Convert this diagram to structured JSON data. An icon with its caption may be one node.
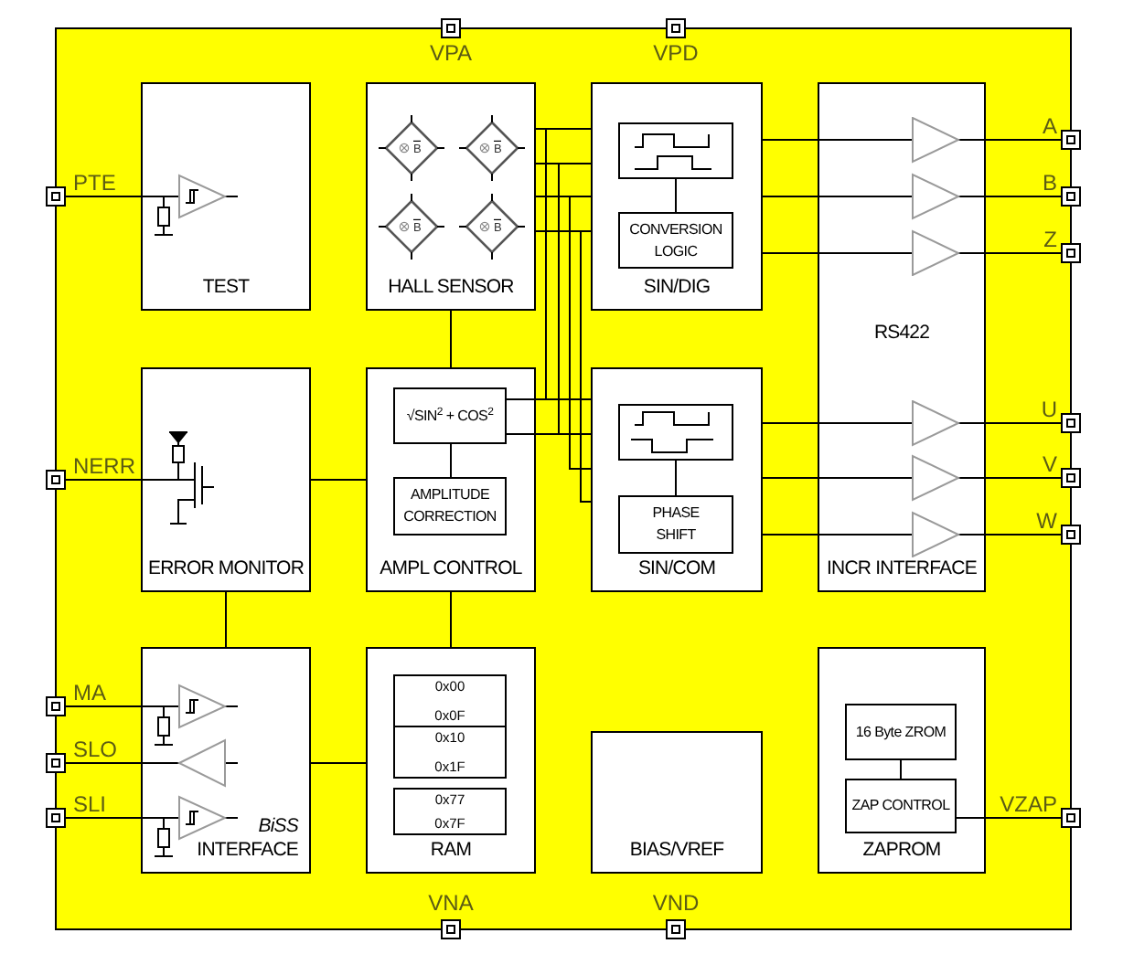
{
  "diagram": {
    "nodes": [
      {
        "text": [],
        "shape": "box"
      },
      {
        "text": [],
        "shape": "box",
        "beside": [
          "VPA"
        ]
      },
      {
        "text": [],
        "shape": "box",
        "beside": [
          "VPD"
        ]
      },
      {
        "text": [],
        "shape": "box",
        "beside": [
          "PTE"
        ]
      },
      {
        "text": [
          "TEST"
        ],
        "in": 0
      },
      {
        "text": [
          "HALL SENSOR"
        ],
        "in": 0
      },
      {
        "text": [
          "SIN/DIG"
        ],
        "in": 0
      },
      {
        "text": [],
        "shape": "picture",
        "in": 6
      },
      {
        "text": [
          "CONVERSION LOGIC"
        ],
        "in": 6
      },
      {
        "text": [
          "RS422",
          "INCR INTERFACE"
        ],
        "in": 0
      },
      {
        "text": [],
        "shape": "box",
        "beside": [
          "A"
        ]
      },
      {
        "text": [],
        "shape": "box",
        "beside": [
          "B"
        ]
      },
      {
        "text": [],
        "shape": "box",
        "beside": [
          "Z"
        ]
      },
      {
        "text": [],
        "shape": "box",
        "beside": [
          "NERR"
        ]
      },
      {
        "text": [
          "ERROR MONITOR"
        ],
        "in": 0
      },
      {
        "text": [
          "AMPL CONTROL"
        ],
        "in": 0
      },
      {
        "text": [
          "√SIN$^{2}$ + COS$^{2}$"
        ],
        "in": 15
      },
      {
        "text": [
          "AMPLITUDE CORRECTION"
        ],
        "in": 15
      },
      {
        "text": [
          "SIN/COM"
        ],
        "in": 0
      },
      {
        "text": [],
        "shape": "picture",
        "in": 18
      },
      {
        "text": [
          "PHASE SHIFT"
        ],
        "in": 18
      },
      {
        "text": [],
        "shape": "box",
        "beside": [
          "U"
        ]
      },
      {
        "text": [],
        "shape": "box",
        "beside": [
          "V"
        ]
      },
      {
        "text": [],
        "shape": "box",
        "beside": [
          "W"
        ]
      },
      {
        "text": [],
        "shape": "box",
        "beside": [
          "MA"
        ]
      },
      {
        "text": [],
        "shape": "box",
        "beside": [
          "SLO"
        ]
      },
      {
        "text": [],
        "shape": "box",
        "beside": [
          "SLI"
        ]
      },
      {
        "text": [
          "*BiSS*",
          "INTERFACE"
        ],
        "in": 0
      },
      {
        "text": [
          "RAM"
        ],
        "in": 0
      },
      {
        "text": [
          "0x00",
          "0x0F"
        ],
        "in": 28
      },
      {
        "text": [
          "0x10",
          "0x1F"
        ],
        "in": 28
      },
      {
        "text": [
          "0x77",
          "0x7F"
        ],
        "in": 28
      },
      {
        "text": [
          "BIAS/VREF"
        ],
        "in": 0
      },
      {
        "text": [
          "ZAPROM"
        ],
        "in": 0
      },
      {
        "text": [
          "16 Byte ZROM"
        ],
        "in": 33
      },
      {
        "text": [
          "ZAP CONTROL"
        ],
        "in": 33
      },
      {
        "text": [],
        "shape": "box",
        "beside": [
          "VZAP"
        ]
      },
      {
        "text": [],
        "shape": "box",
        "beside": [
          "VNA"
        ]
      },
      {
        "text": [],
        "shape": "box",
        "beside": [
          "VND"
        ]
      }
    ],
    "edges": [
      {
        "from": 3,
        "to": 4,
        "arrow": "none"
      },
      {
        "from": 5,
        "to": 6,
        "arrow": "none"
      },
      {
        "from": 5,
        "to": 18,
        "arrow": "none"
      },
      {
        "from": 5,
        "to": 15,
        "arrow": "none"
      },
      {
        "from": 7,
        "to": 8,
        "arrow": "none"
      },
      {
        "from": 6,
        "to": 9,
        "arrow": "none"
      },
      {
        "from": 9,
        "to": 10,
        "arrow": "none"
      },
      {
        "from": 9,
        "to": 11,
        "arrow": "none"
      },
      {
        "from": 9,
        "to": 12,
        "arrow": "none"
      },
      {
        "from": 13,
        "to": 14,
        "arrow": "none"
      },
      {
        "from": 14,
        "to": 15,
        "arrow": "none"
      },
      {
        "from": 16,
        "to": 18,
        "arrow": "none"
      },
      {
        "from": 16,
        "to": 17,
        "arrow": "none"
      },
      {
        "from": 19,
        "to": 20,
        "arrow": "none"
      },
      {
        "from": 18,
        "to": 9,
        "arrow": "none"
      },
      {
        "from": 9,
        "to": 21,
        "arrow": "none"
      },
      {
        "from": 9,
        "to": 22,
        "arrow": "none"
      },
      {
        "from": 9,
        "to": 23,
        "arrow": "none"
      },
      {
        "from": 14,
        "to": 27,
        "arrow": "none"
      },
      {
        "from": 15,
        "to": 28,
        "arrow": "none"
      },
      {
        "from": 24,
        "to": 27,
        "arrow": "none"
      },
      {
        "from": 25,
        "to": 27,
        "arrow": "none"
      },
      {
        "from": 26,
        "to": 27,
        "arrow": "none"
      },
      {
        "from": 27,
        "to": 28,
        "arrow": "none"
      },
      {
        "from": 34,
        "to": 35,
        "arrow": "none"
      },
      {
        "from": 35,
        "to": 36,
        "arrow": "none"
      }
    ],
    "labels": [
      "B",
      "B",
      "B",
      "B"
    ]
  }
}
